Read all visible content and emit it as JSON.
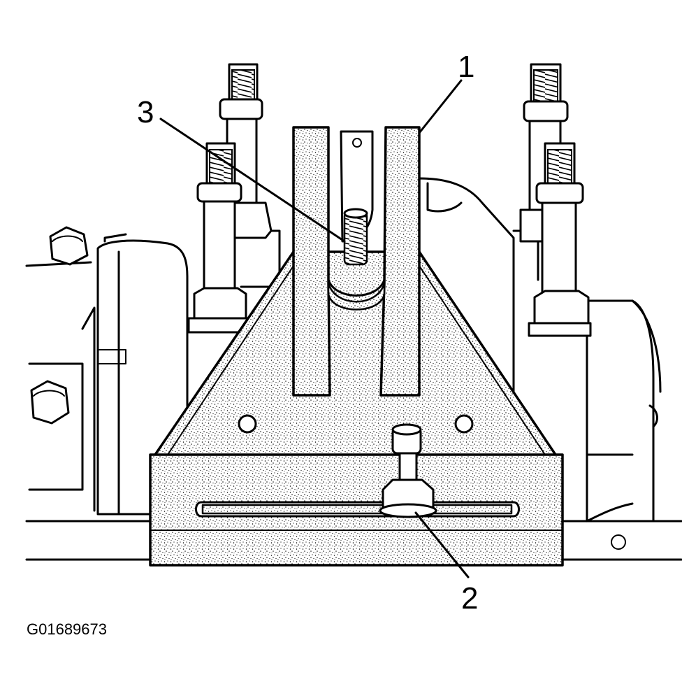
{
  "figure_code": "G01689673",
  "callouts": [
    {
      "id": "1",
      "label": "1"
    },
    {
      "id": "2",
      "label": "2"
    },
    {
      "id": "3",
      "label": "3"
    }
  ],
  "colors": {
    "ink": "#000000",
    "paper": "#ffffff"
  }
}
